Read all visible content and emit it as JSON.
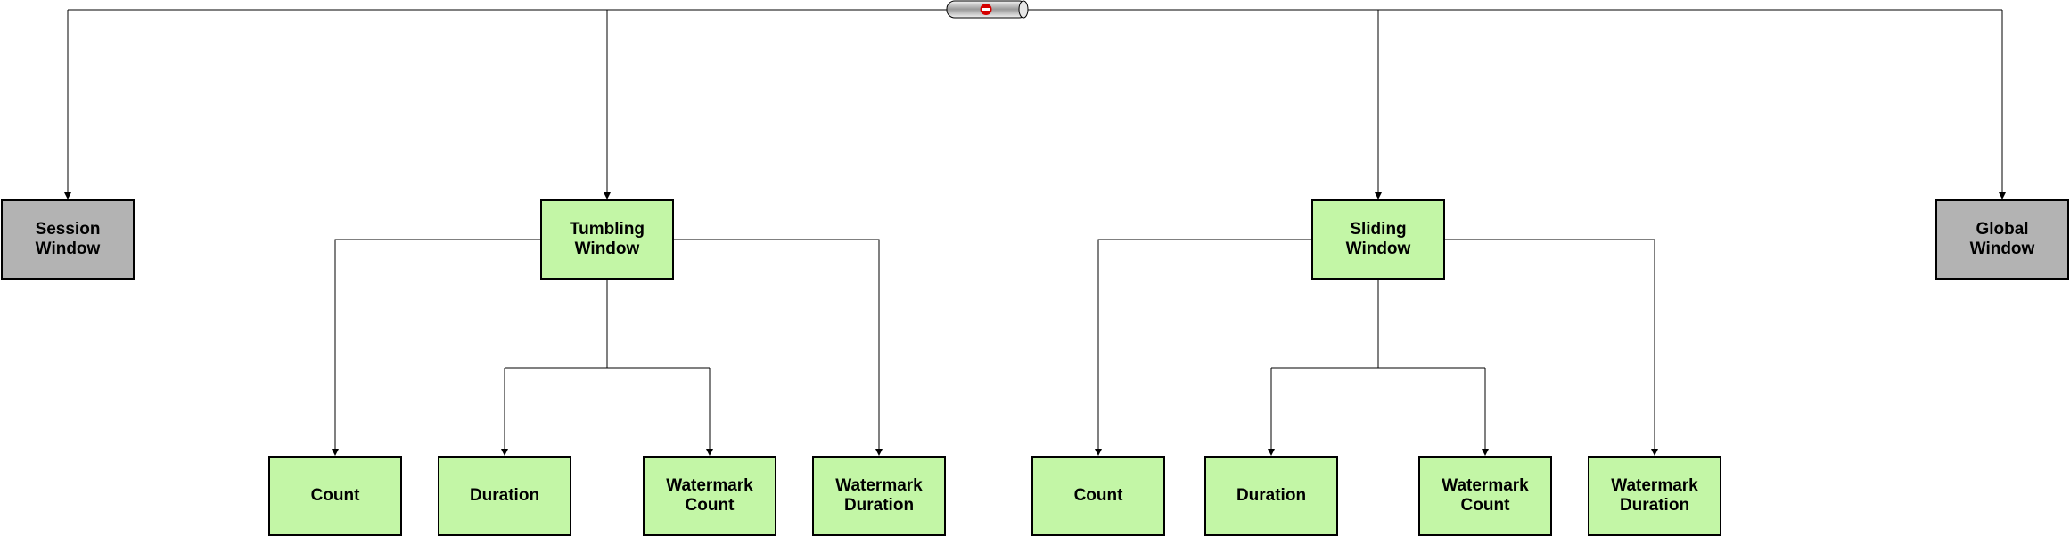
{
  "root": {
    "icon": "no-entry-icon"
  },
  "nodes": {
    "session_window": "Session\nWindow",
    "tumbling_window": "Tumbling\nWindow",
    "sliding_window": "Sliding\nWindow",
    "global_window": "Global\nWindow",
    "tumbling_count": "Count",
    "tumbling_duration": "Duration",
    "tumbling_watermark_count": "Watermark\nCount",
    "tumbling_watermark_duration": "Watermark\nDuration",
    "sliding_count": "Count",
    "sliding_duration": "Duration",
    "sliding_watermark_count": "Watermark\nCount",
    "sliding_watermark_duration": "Watermark\nDuration"
  },
  "colors": {
    "active": "#c3f6a6",
    "inactive": "#b3b3b3",
    "stop": "#d50000"
  }
}
